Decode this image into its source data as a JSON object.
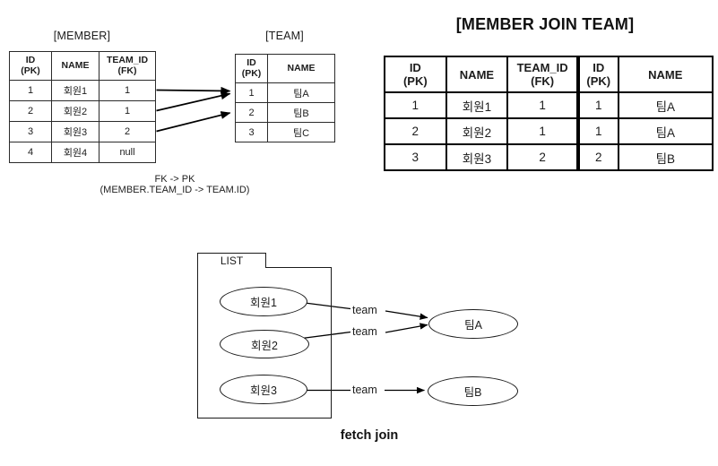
{
  "colors": {
    "background": "#ffffff",
    "ink": "#1c1c1c",
    "line": "#000000"
  },
  "er_section": {
    "member": {
      "title": "[MEMBER]",
      "headers": [
        [
          "ID",
          "(PK)"
        ],
        [
          "NAME",
          ""
        ],
        [
          "TEAM_ID",
          "(FK)"
        ]
      ],
      "rows": [
        [
          "1",
          "회원1",
          "1"
        ],
        [
          "2",
          "회원2",
          "1"
        ],
        [
          "3",
          "회원3",
          "2"
        ],
        [
          "4",
          "회원4",
          "null"
        ]
      ]
    },
    "team": {
      "title": "[TEAM]",
      "headers": [
        [
          "ID",
          "(PK)"
        ],
        [
          "NAME",
          ""
        ]
      ],
      "rows": [
        [
          "1",
          "팀A"
        ],
        [
          "2",
          "팀B"
        ],
        [
          "3",
          "팀C"
        ]
      ]
    },
    "fk_note": {
      "line1": "FK -> PK",
      "line2": "(MEMBER.TEAM_ID -> TEAM.ID)"
    }
  },
  "join_section": {
    "title": "[MEMBER JOIN TEAM]",
    "member_headers": [
      [
        "ID",
        "(PK)"
      ],
      [
        "NAME",
        ""
      ],
      [
        "TEAM_ID",
        "(FK)"
      ]
    ],
    "team_headers": [
      [
        "ID",
        "(PK)"
      ],
      [
        "NAME",
        ""
      ]
    ],
    "rows": [
      [
        "1",
        "회원1",
        "1",
        "1",
        "팀A"
      ],
      [
        "2",
        "회원2",
        "1",
        "1",
        "팀A"
      ],
      [
        "3",
        "회원3",
        "2",
        "2",
        "팀B"
      ]
    ]
  },
  "fetch_section": {
    "list_label": "LIST",
    "members": [
      "회원1",
      "회원2",
      "회원3"
    ],
    "teams": [
      "팀A",
      "팀B"
    ],
    "relation_label": "team",
    "caption": "fetch join"
  }
}
